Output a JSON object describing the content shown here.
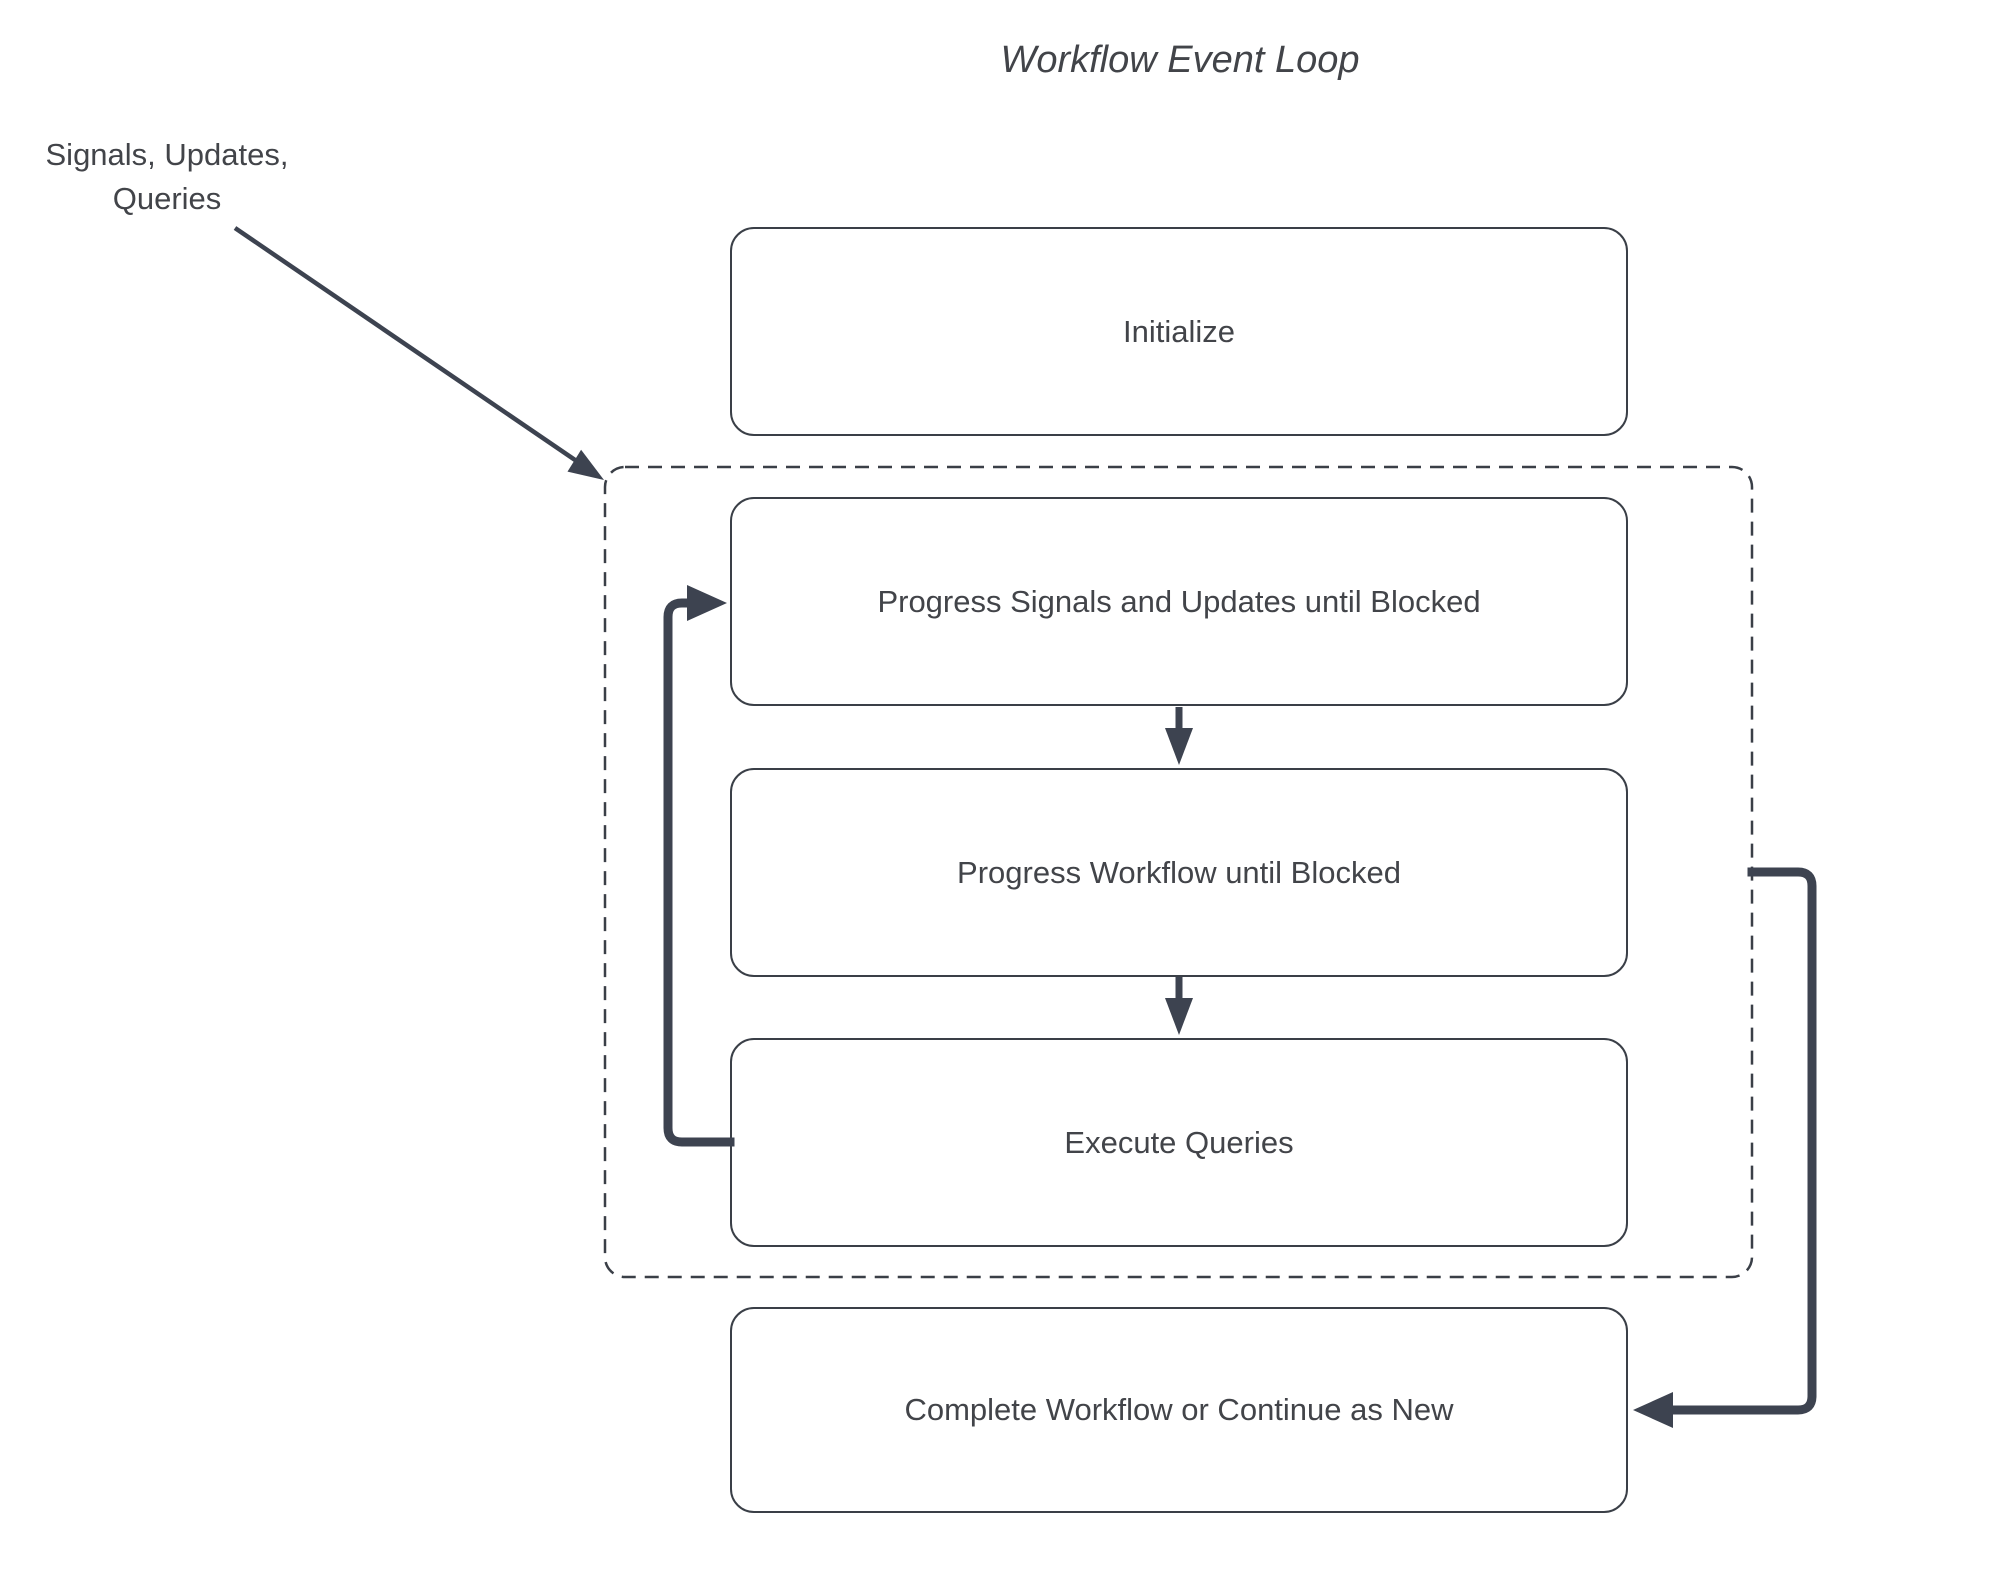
{
  "title": "Workflow Event Loop",
  "annotation": {
    "label": "Signals, Updates,\nQueries"
  },
  "nodes": {
    "initialize": {
      "label": "Initialize"
    },
    "progress_signals": {
      "label": "Progress Signals and Updates until Blocked"
    },
    "progress_workflow": {
      "label": "Progress Workflow until Blocked"
    },
    "execute_queries": {
      "label": "Execute Queries"
    },
    "complete": {
      "label": "Complete Workflow or Continue as New"
    }
  },
  "boundary": {
    "name": "event-loop-dashed-boundary",
    "contains": [
      "progress_signals",
      "progress_workflow",
      "execute_queries"
    ]
  },
  "edges": [
    {
      "from": "annotation",
      "to": "event-loop-dashed-boundary",
      "style": "thin-diagonal-arrow"
    },
    {
      "from": "progress_signals",
      "to": "progress_workflow",
      "style": "down-arrow"
    },
    {
      "from": "progress_workflow",
      "to": "execute_queries",
      "style": "down-arrow"
    },
    {
      "from": "execute_queries",
      "to": "progress_signals",
      "style": "thick-loop-back-left"
    },
    {
      "from": "event-loop-dashed-boundary",
      "to": "complete",
      "style": "thick-route-right"
    }
  ],
  "colors": {
    "arrow": "#3d4350",
    "border": "#3a3f47",
    "text": "#424449",
    "background": "#ffffff"
  }
}
